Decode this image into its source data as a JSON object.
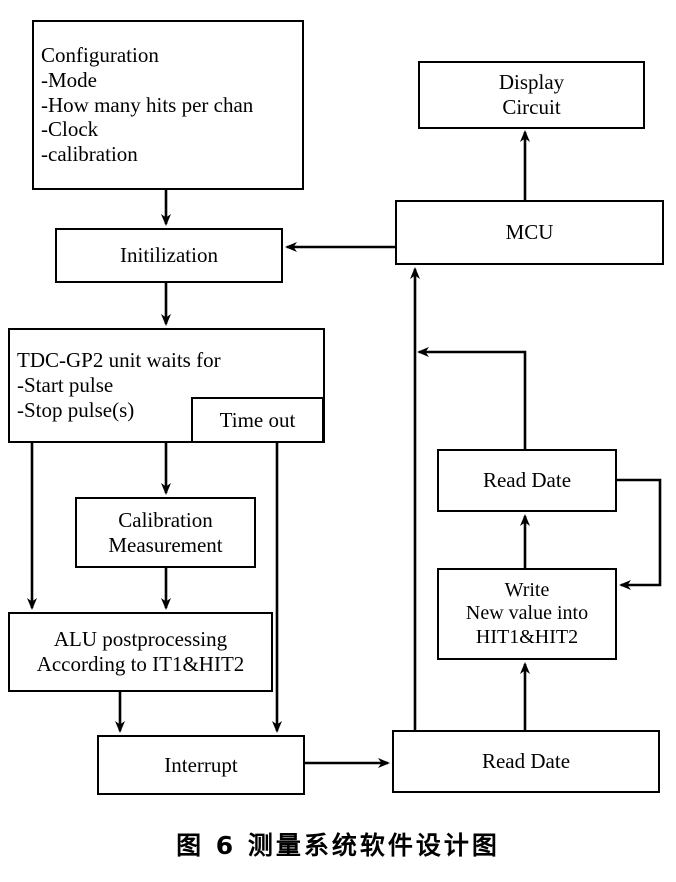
{
  "figure": {
    "caption": "图 6  测量系统软件设计图",
    "caption_label": "图 6",
    "caption_title": "测量系统软件设计图",
    "type": "flowchart",
    "background_color": "#ffffff",
    "line_color": "#000000"
  },
  "nodes": {
    "configuration": {
      "lines": [
        "Configuration",
        "-Mode",
        "-How many hits per chan",
        "-Clock",
        "-calibration"
      ],
      "line1": "Configuration",
      "line2": "-Mode",
      "line3": "-How many hits per chan",
      "line4": "-Clock",
      "line5": "-calibration"
    },
    "initilization": {
      "lines": [
        "Initilization"
      ],
      "line1": "Initilization"
    },
    "tdc_wait": {
      "lines": [
        "TDC-GP2 unit waits for",
        "-Start pulse",
        "-Stop pulse(s)"
      ],
      "line1": "TDC-GP2 unit waits for",
      "line2": "-Start pulse",
      "line3": "-Stop pulse(s)"
    },
    "time_out": {
      "lines": [
        "Time out"
      ],
      "line1": "Time out"
    },
    "calibration_measurement": {
      "lines": [
        "Calibration",
        "Measurement"
      ],
      "line1": "Calibration",
      "line2": "Measurement"
    },
    "alu_postprocessing": {
      "lines": [
        "ALU postprocessing",
        "According to IT1&HIT2"
      ],
      "line1": "ALU postprocessing",
      "line2": "According to IT1&HIT2"
    },
    "interrupt": {
      "lines": [
        "Interrupt"
      ],
      "line1": "Interrupt"
    },
    "display_circuit": {
      "lines": [
        "Display",
        "Circuit"
      ],
      "line1": "Display",
      "line2": "Circuit"
    },
    "mcu": {
      "lines": [
        "MCU"
      ],
      "line1": "MCU"
    },
    "read_date_upper": {
      "lines": [
        "Read Date"
      ],
      "line1": "Read Date"
    },
    "write_hit": {
      "lines": [
        "Write",
        "New value into",
        "HIT1&HIT2"
      ],
      "line1": "Write",
      "line2": "New value into",
      "line3": "HIT1&HIT2"
    },
    "read_date_lower": {
      "lines": [
        "Read Date"
      ],
      "line1": "Read Date"
    }
  },
  "edges": [
    {
      "from": "configuration",
      "to": "initilization",
      "arrow": "down"
    },
    {
      "from": "initilization",
      "to": "tdc_wait",
      "arrow": "down"
    },
    {
      "from": "tdc_wait",
      "to": "calibration_measurement",
      "arrow": "down"
    },
    {
      "from": "tdc_wait",
      "to": "alu_postprocessing",
      "arrow": "down"
    },
    {
      "from": "calibration_measurement",
      "to": "alu_postprocessing",
      "arrow": "down"
    },
    {
      "from": "time_out",
      "to": "interrupt",
      "arrow": "down"
    },
    {
      "from": "alu_postprocessing",
      "to": "interrupt",
      "arrow": "down"
    },
    {
      "from": "interrupt",
      "to": "read_date_lower",
      "arrow": "right"
    },
    {
      "from": "read_date_lower",
      "to": "mcu",
      "arrow": "up"
    },
    {
      "from": "read_date_lower",
      "to": "write_hit",
      "arrow": "up"
    },
    {
      "from": "write_hit",
      "to": "read_date_upper",
      "arrow": "up"
    },
    {
      "from": "read_date_upper",
      "to": "write_hit",
      "arrow": "left-loop"
    },
    {
      "from": "read_date_upper",
      "to": "mcu",
      "arrow": "left"
    },
    {
      "from": "mcu",
      "to": "display_circuit",
      "arrow": "up"
    },
    {
      "from": "mcu",
      "to": "initilization",
      "arrow": "left"
    }
  ]
}
